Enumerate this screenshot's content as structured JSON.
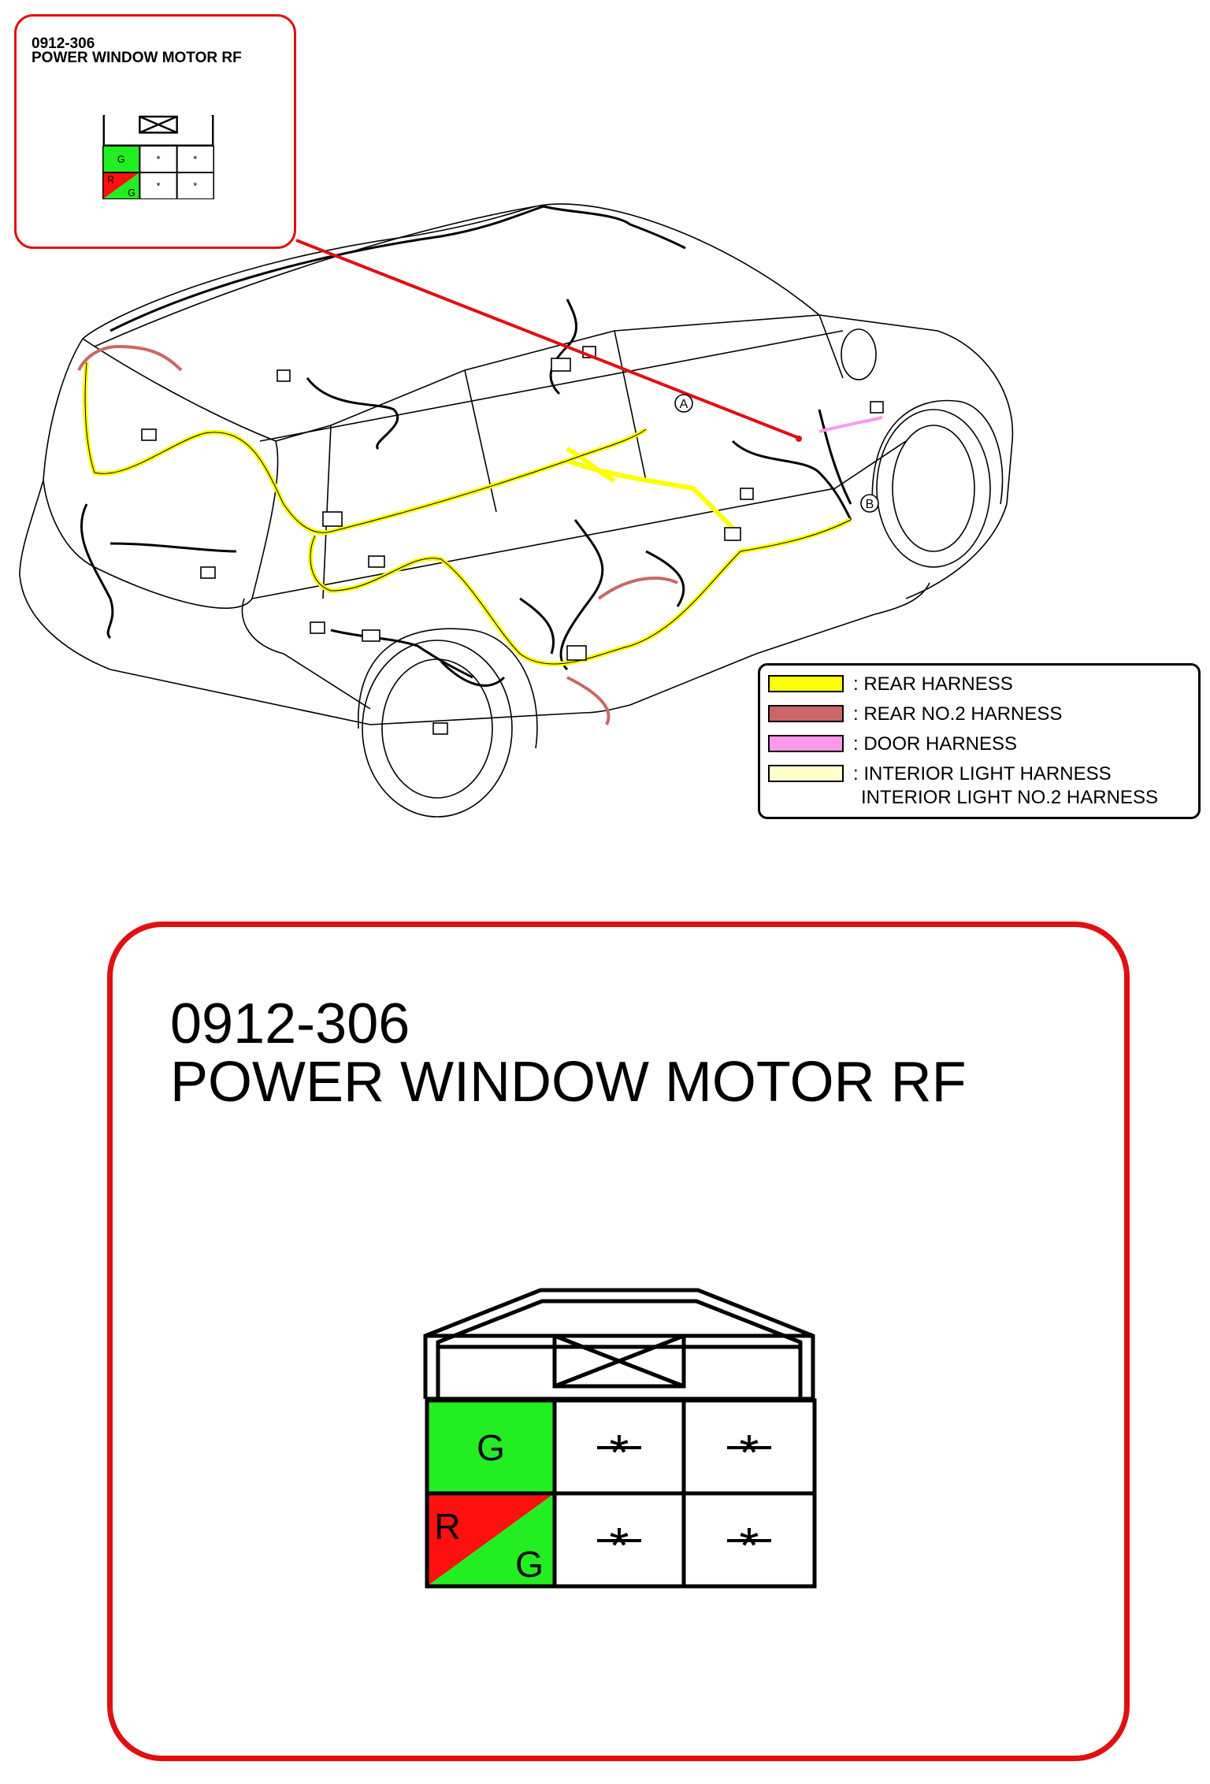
{
  "inset": {
    "code": "0912-306",
    "name": "POWER WINDOW MOTOR RF"
  },
  "main": {
    "code": "0912-306",
    "name": "POWER WINDOW MOTOR RF"
  },
  "connector": {
    "terminals": [
      {
        "row": 1,
        "col": 1,
        "label": "G",
        "fill": "#22ee22"
      },
      {
        "row": 1,
        "col": 2,
        "label": "*",
        "fill": "#ffffff"
      },
      {
        "row": 1,
        "col": 3,
        "label": "*",
        "fill": "#ffffff"
      },
      {
        "row": 2,
        "col": 1,
        "label_top": "R",
        "label_bottom": "G",
        "fill_top": "#ff1010",
        "fill_bottom": "#22ee22"
      },
      {
        "row": 2,
        "col": 2,
        "label": "*",
        "fill": "#ffffff"
      },
      {
        "row": 2,
        "col": 3,
        "label": "*",
        "fill": "#ffffff"
      }
    ]
  },
  "legend": {
    "items": [
      {
        "label": ": REAR HARNESS",
        "color": "#ffff00"
      },
      {
        "label": ": REAR NO.2 HARNESS",
        "color": "#cc6666"
      },
      {
        "label": ": DOOR HARNESS",
        "color": "#ff99ee"
      },
      {
        "label": ": INTERIOR LIGHT HARNESS",
        "color": "#ffffcc"
      },
      {
        "label": "INTERIOR LIGHT NO.2 HARNESS",
        "color": ""
      }
    ]
  },
  "markers": {
    "a": "A",
    "b": "B"
  },
  "colors": {
    "frame": "#e01010",
    "rear_harness": "#ffff00",
    "wire": "#000000"
  }
}
